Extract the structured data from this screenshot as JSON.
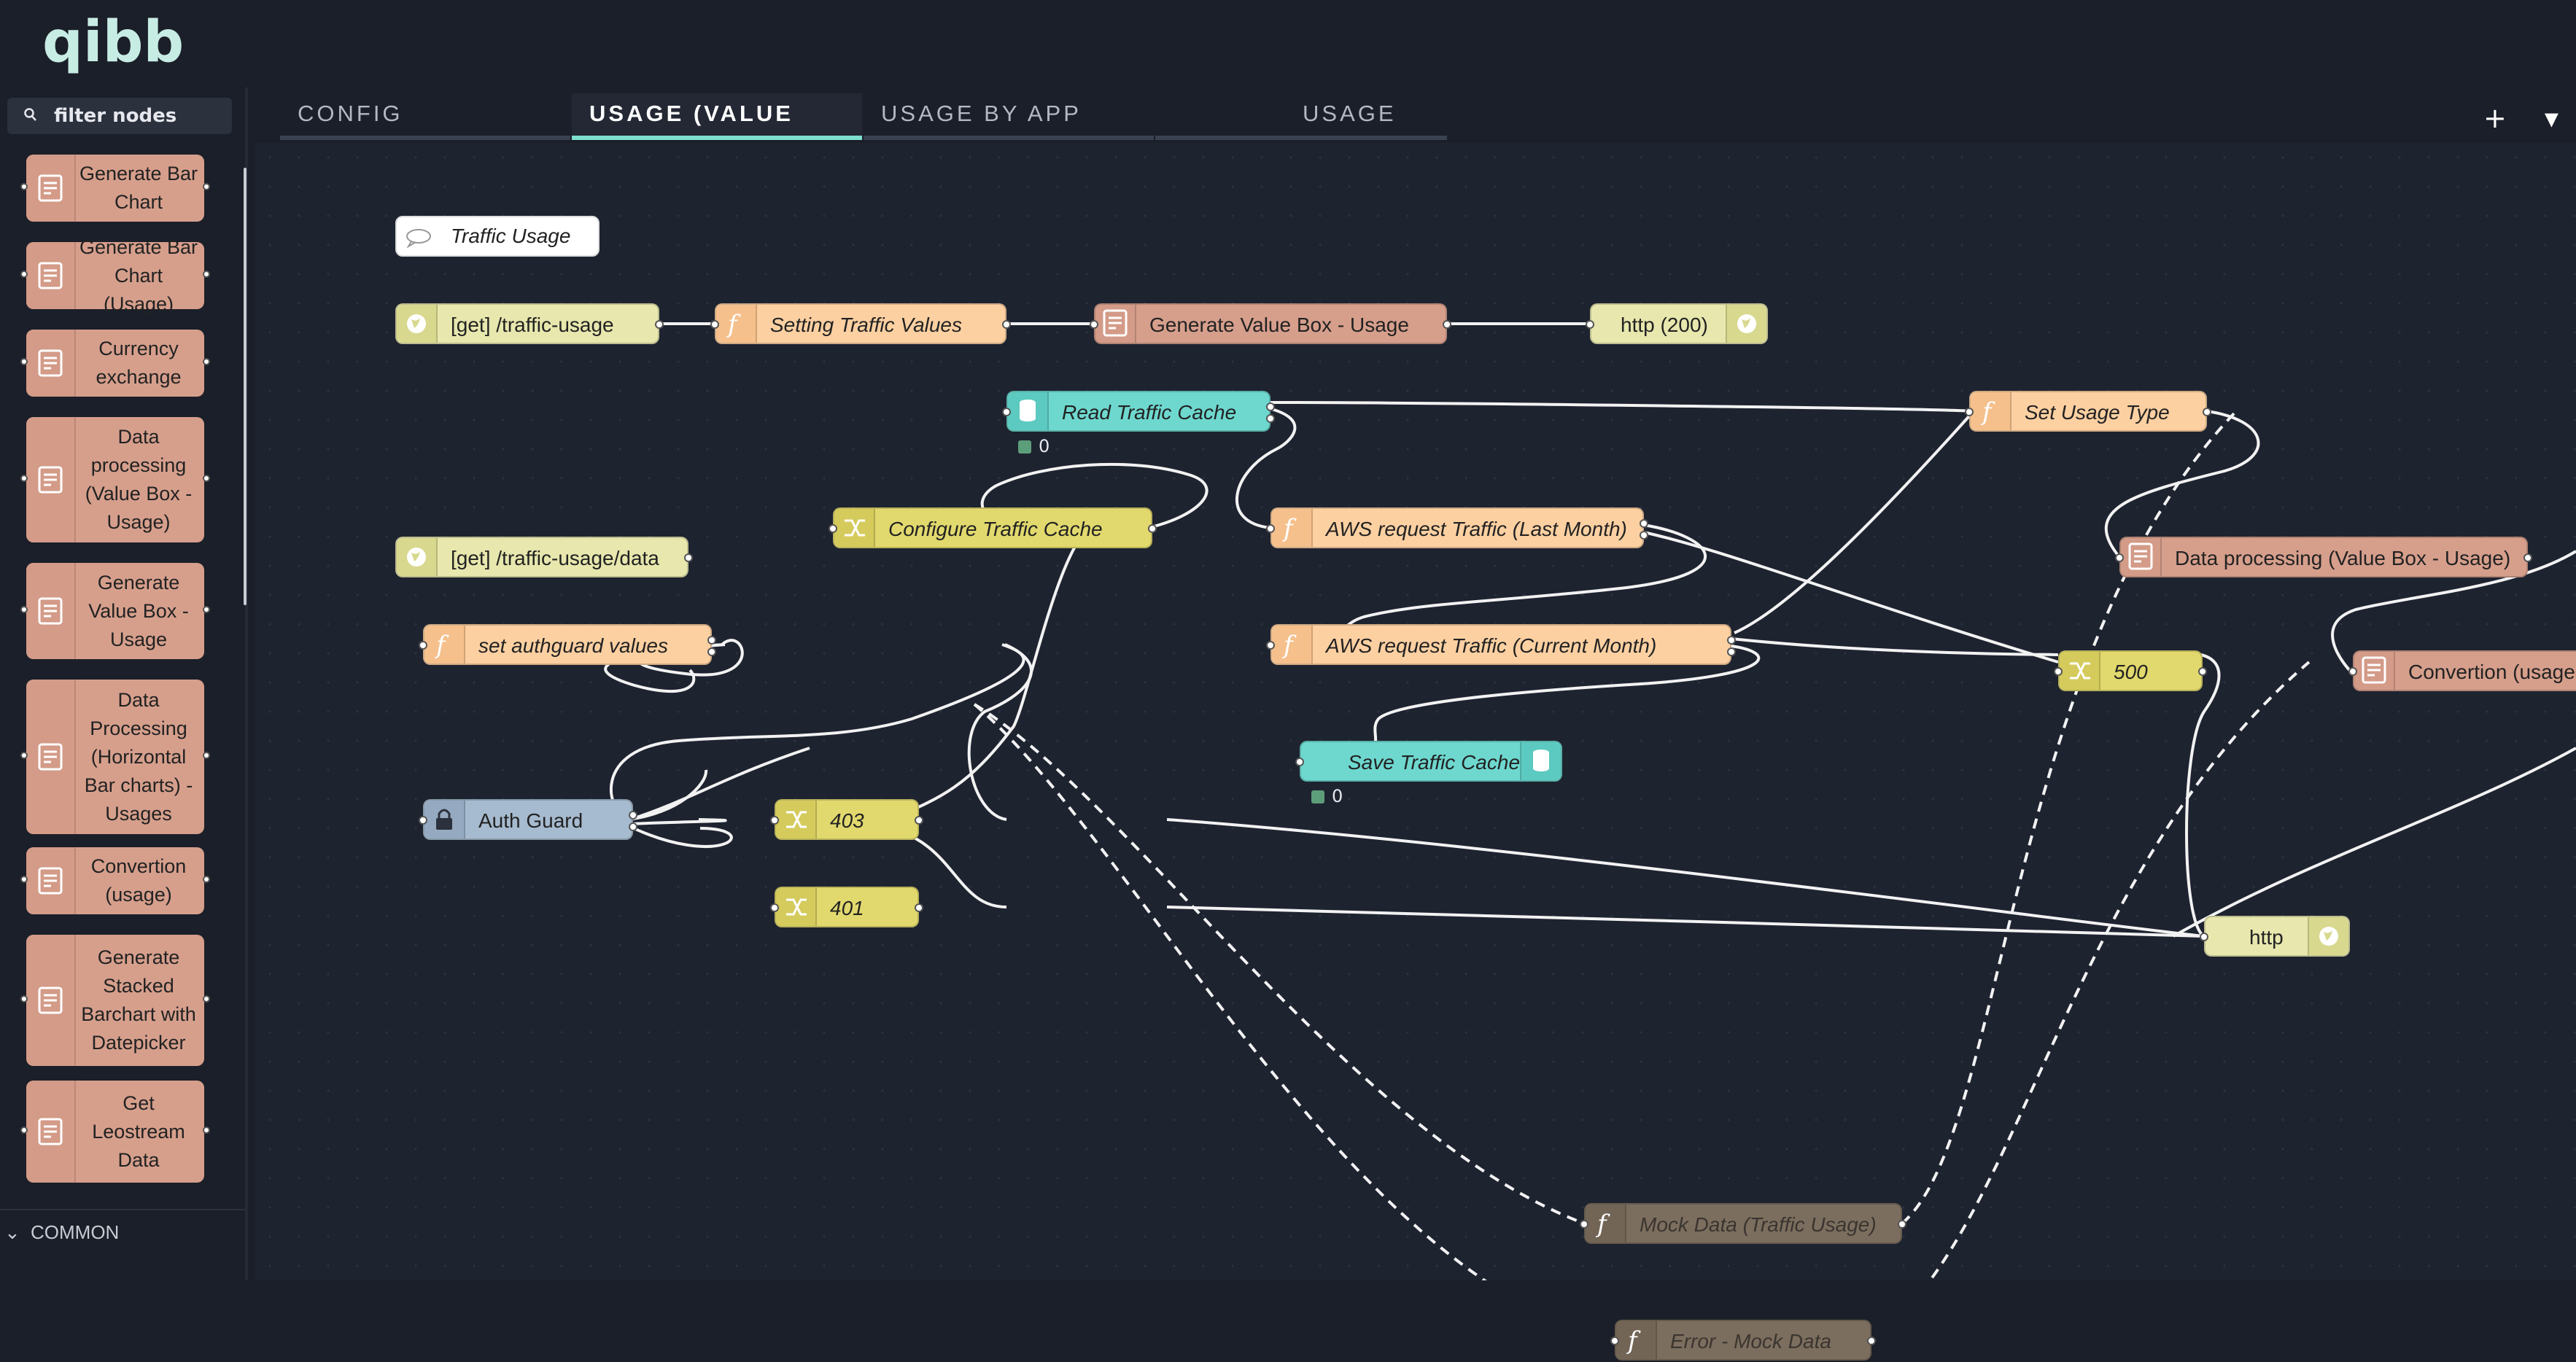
{
  "header": {
    "logo": "qibb"
  },
  "palette": {
    "filter_placeholder": "filter nodes",
    "items": [
      {
        "label": "Generate Bar Chart"
      },
      {
        "label": "Generate Bar Chart (Usage)"
      },
      {
        "label": "Currency exchange"
      },
      {
        "label": "Data processing (Value Box - Usage)"
      },
      {
        "label": "Generate Value Box - Usage"
      },
      {
        "label": "Data Processing (Horizontal Bar charts) - Usages"
      },
      {
        "label": "Convertion (usage)"
      },
      {
        "label": "Generate Stacked Barchart with Datepicker"
      },
      {
        "label": "Get Leostream Data"
      }
    ],
    "category": "COMMON"
  },
  "tabs": [
    {
      "label": "CONFIG"
    },
    {
      "label": "USAGE (VALUE BOX)",
      "active": true
    },
    {
      "label": "USAGE BY APP"
    },
    {
      "label": "USAGE OVER TIME"
    }
  ],
  "tab_tools": {
    "add": "+",
    "menu": "▾"
  },
  "flow": {
    "comment": "Traffic Usage",
    "nodes": {
      "get_traffic_usage": "[get] /traffic-usage",
      "setting_traffic_values": "Setting Traffic Values",
      "generate_value_box": "Generate Value Box - Usage",
      "http_200": "http (200)",
      "read_traffic_cache": "Read Traffic Cache",
      "read_traffic_cache_status": "0",
      "set_usage_type": "Set Usage Type",
      "get_traffic_usage_data": "[get] /traffic-usage/data",
      "configure_traffic_cache": "Configure Traffic Cache",
      "aws_last_month": "AWS request Traffic (Last Month)",
      "data_processing": "Data processing (Value Box - Usage)",
      "set_authguard_values": "set authguard values",
      "aws_current_month": "AWS request Traffic (Current Month)",
      "switch_500": "500",
      "convertion_usage": "Convertion (usage",
      "save_traffic_caches": "Save Traffic Caches",
      "save_traffic_caches_status": "0",
      "auth_guard": "Auth Guard",
      "switch_403": "403",
      "switch_401": "401",
      "http": "http",
      "mock_data": "Mock Data (Traffic Usage)",
      "error_mock_data": "Error - Mock Data"
    }
  },
  "colors": {
    "background": "#1b1f29",
    "workspace": "#1e2330",
    "http_in": "#e7e7ae",
    "function": "#fdd0a2",
    "template": "#d69f8c",
    "cache": "#6ed8cf",
    "switch": "#e2d96e",
    "auth": "#a6bbcf",
    "disabled": "#7c6e5e",
    "accent_tab": "#7ee0cf"
  }
}
